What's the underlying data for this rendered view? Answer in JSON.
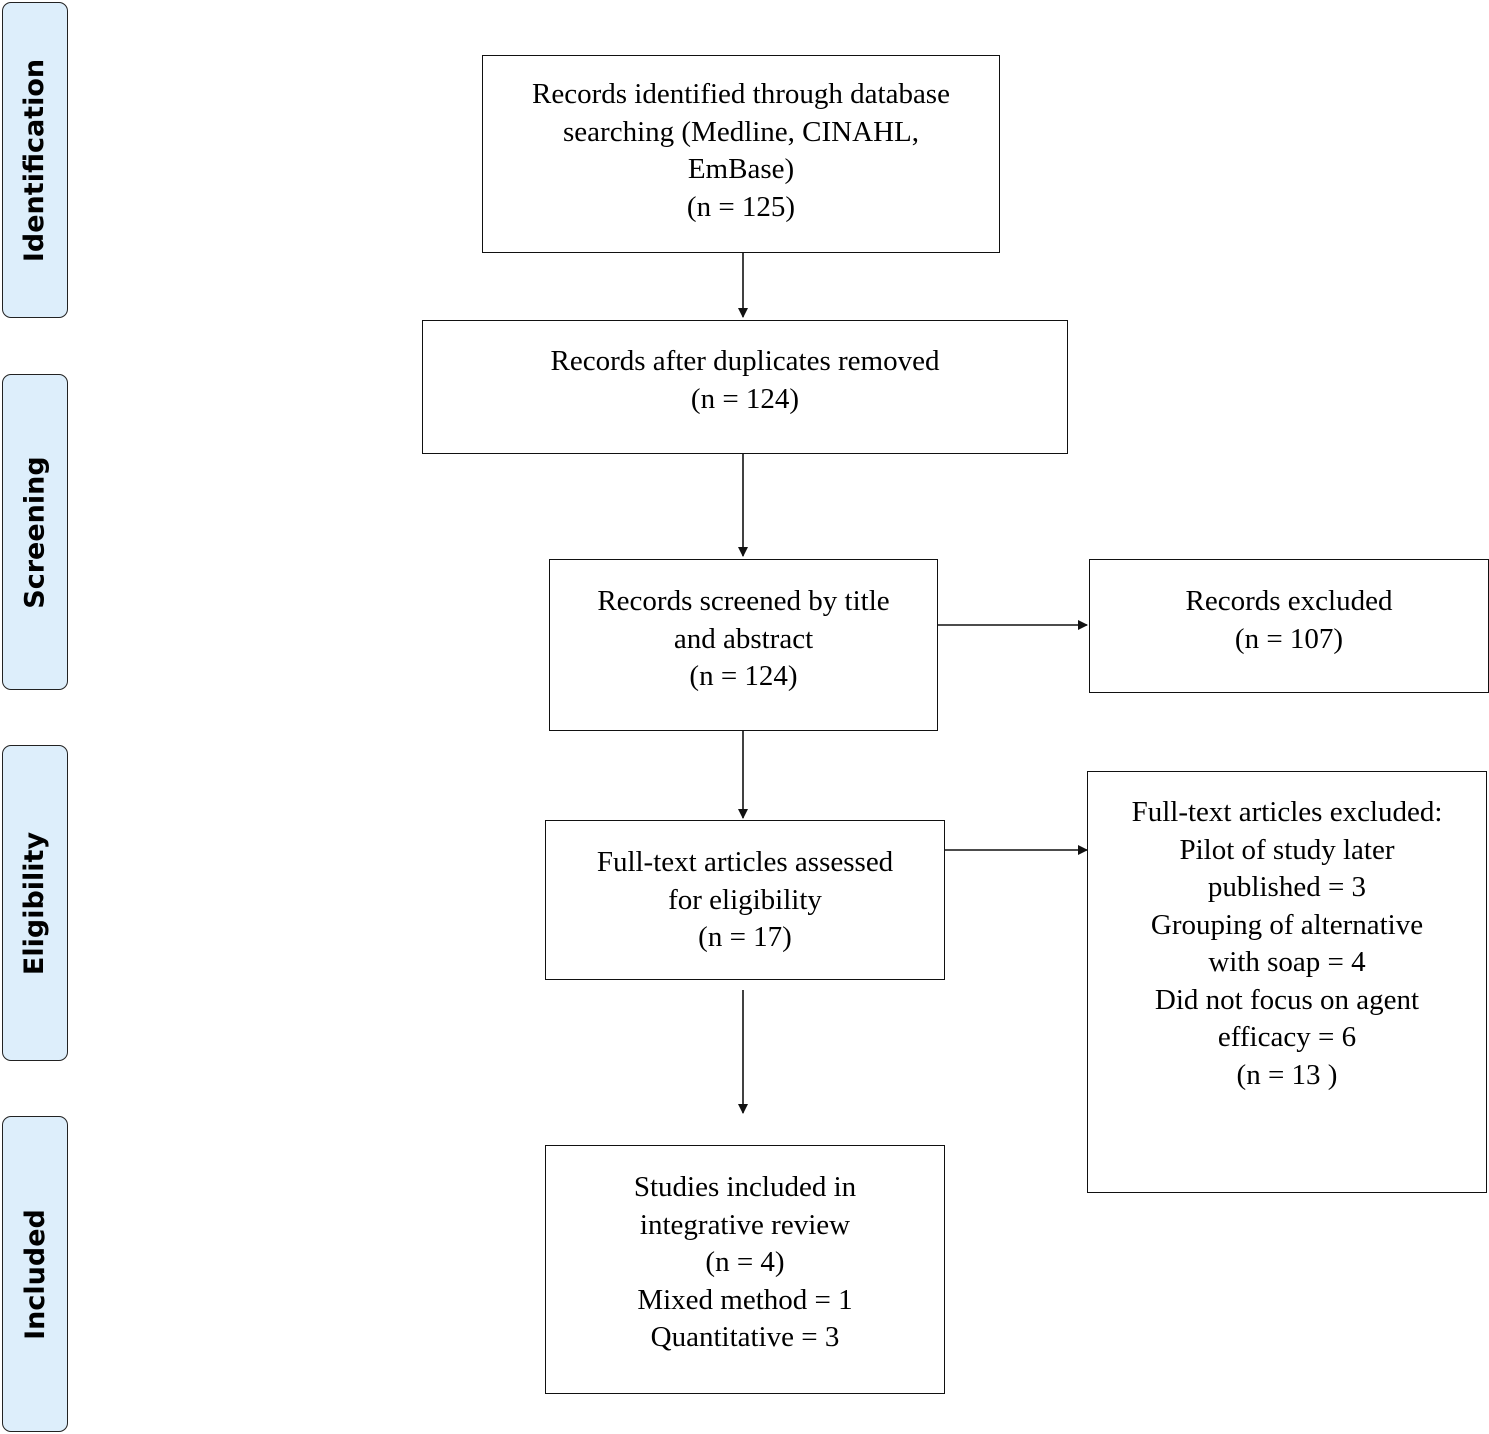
{
  "colors": {
    "stage_fill": "#ddeefb",
    "stroke": "#111111"
  },
  "stages": [
    {
      "label": "Identification"
    },
    {
      "label": "Screening"
    },
    {
      "label": "Eligibility"
    },
    {
      "label": "Included"
    }
  ],
  "boxes": {
    "identified": {
      "lines": [
        "Records identified through database",
        "searching (Medline, CINAHL,",
        "EmBase)",
        "(n = 125)"
      ]
    },
    "duplicates_removed": {
      "lines": [
        "Records after duplicates removed",
        "(n = 124)"
      ]
    },
    "screened": {
      "lines": [
        "Records screened by title",
        "and abstract",
        "(n = 124)"
      ]
    },
    "records_excluded": {
      "lines": [
        "Records excluded",
        "(n = 107)"
      ]
    },
    "fulltext_assessed": {
      "lines": [
        "Full-text articles assessed",
        "for eligibility",
        "(n = 17)"
      ]
    },
    "fulltext_excluded": {
      "lines": [
        "Full-text articles excluded:",
        "Pilot of study later",
        "published = 3",
        "Grouping of alternative",
        "with soap = 4",
        "Did not focus on agent",
        "efficacy = 6",
        "(n = 13 )"
      ]
    },
    "included": {
      "lines": [
        "Studies included in",
        "integrative review",
        "(n = 4)",
        "Mixed method = 1",
        "Quantitative = 3"
      ]
    }
  }
}
